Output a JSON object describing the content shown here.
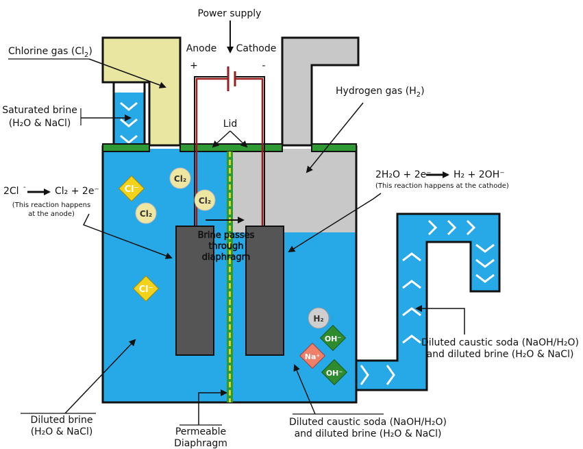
{
  "labels": {
    "power_supply": "Power supply",
    "anode": "Anode",
    "cathode": "Cathode",
    "plus": "+",
    "minus": "-",
    "chlorine_gas": "Chlorine gas (Cl",
    "chlorine_gas_sub": "2",
    "chlorine_gas_end": ")",
    "saturated_brine_line1": "Saturated brine",
    "saturated_brine_line2": "(H₂O & NaCl)",
    "hydrogen_gas": "Hydrogen gas (H",
    "hydrogen_gas_sub": "2",
    "hydrogen_gas_end": ")",
    "lid": "Lid",
    "anode_eq": "2Cl⁻ → Cl₂ + 2e⁻",
    "anode_eq_lhs": "2Cl",
    "anode_eq_rhs": "Cl₂ + 2e⁻",
    "anode_note_line1": "(This reaction happens",
    "anode_note_line2": "at the anode)",
    "cathode_eq_lhs": "2H₂O + 2e⁻",
    "cathode_eq_rhs": "H₂ + 2OH⁻",
    "cathode_note": "(This reaction happens at the cathode)",
    "brine_passes_line1": "Brine passes",
    "brine_passes_line2": "through",
    "brine_passes_line3": "diaphragm",
    "diluted_brine_line1": "Diluted brine",
    "diluted_brine_line2": "(H₂O & NaCl)",
    "permeable_line1": "Permeable",
    "permeable_line2": "Diaphragm",
    "caustic_bottom_line1": "Diluted caustic soda (NaOH/H₂O)",
    "caustic_bottom_line2": "and diluted brine (H₂O & NaCl)",
    "caustic_right_line1": "Diluted caustic soda (NaOH/H₂O)",
    "caustic_right_line2": "and diluted brine (H₂O & NaCl)"
  },
  "ions": {
    "cl_minus": "Cl⁻",
    "cl2": "Cl₂",
    "h2": "H₂",
    "na_plus": "Na⁺",
    "oh_minus": "OH⁻"
  },
  "colors": {
    "brine_blue": "#27a9e8",
    "chlorine_yellow": "#e8e6a0",
    "hydrogen_grey": "#c8c8c8",
    "lid_green": "#2f9a33",
    "electrode_grey": "#555555",
    "wire_red": "#9b1c1c",
    "cl_minus_diamond": "#f2d21a",
    "cl2_circle": "#efe6a2",
    "oh_minus_diamond": "#2e8b2e",
    "na_plus_diamond": "#f07f6a",
    "h2_circle": "#cfcfcf",
    "diaphragm_yellow": "#d9d62a"
  }
}
